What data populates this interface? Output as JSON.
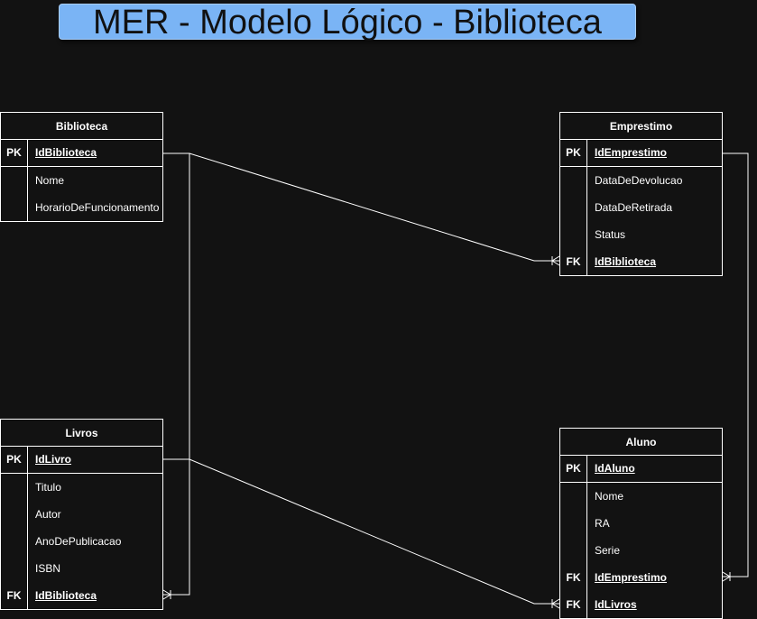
{
  "title": "MER - Modelo Lógico - Biblioteca",
  "entities": {
    "biblioteca": {
      "name": "Biblioteca",
      "pk": {
        "key": "PK",
        "label": "IdBiblioteca"
      },
      "attrs": [
        {
          "key": "",
          "label": "Nome"
        },
        {
          "key": "",
          "label": "HorarioDeFuncionamento"
        }
      ]
    },
    "emprestimo": {
      "name": "Emprestimo",
      "pk": {
        "key": "PK",
        "label": "IdEmprestimo"
      },
      "attrs": [
        {
          "key": "",
          "label": "DataDeDevolucao"
        },
        {
          "key": "",
          "label": "DataDeRetirada"
        },
        {
          "key": "",
          "label": "Status"
        },
        {
          "key": "FK",
          "label": "IdBiblioteca"
        }
      ]
    },
    "livros": {
      "name": "Livros",
      "pk": {
        "key": "PK",
        "label": "IdLivro"
      },
      "attrs": [
        {
          "key": "",
          "label": "Titulo"
        },
        {
          "key": "",
          "label": "Autor"
        },
        {
          "key": "",
          "label": "AnoDePublicacao"
        },
        {
          "key": "",
          "label": "ISBN"
        },
        {
          "key": "FK",
          "label": "IdBiblioteca"
        }
      ]
    },
    "aluno": {
      "name": "Aluno",
      "pk": {
        "key": "PK",
        "label": "IdAluno"
      },
      "attrs": [
        {
          "key": "",
          "label": "Nome"
        },
        {
          "key": "",
          "label": "RA"
        },
        {
          "key": "",
          "label": "Serie"
        },
        {
          "key": "FK",
          "label": "IdEmprestimo"
        },
        {
          "key": "FK",
          "label": "IdLivros"
        }
      ]
    }
  },
  "relationships": [
    {
      "from": "biblioteca.IdBiblioteca",
      "to": "emprestimo.IdBiblioteca",
      "cardinality": "one-to-many"
    },
    {
      "from": "biblioteca.IdBiblioteca",
      "to": "livros.IdBiblioteca",
      "cardinality": "one-to-many"
    },
    {
      "from": "livros.IdLivro",
      "to": "aluno.IdLivros",
      "cardinality": "one-to-many"
    },
    {
      "from": "emprestimo.IdEmprestimo",
      "to": "aluno.IdEmprestimo",
      "cardinality": "one-to-many"
    }
  ],
  "colors": {
    "background": "#121212",
    "title_fill": "#7ab4f5",
    "stroke": "#ffffff"
  }
}
